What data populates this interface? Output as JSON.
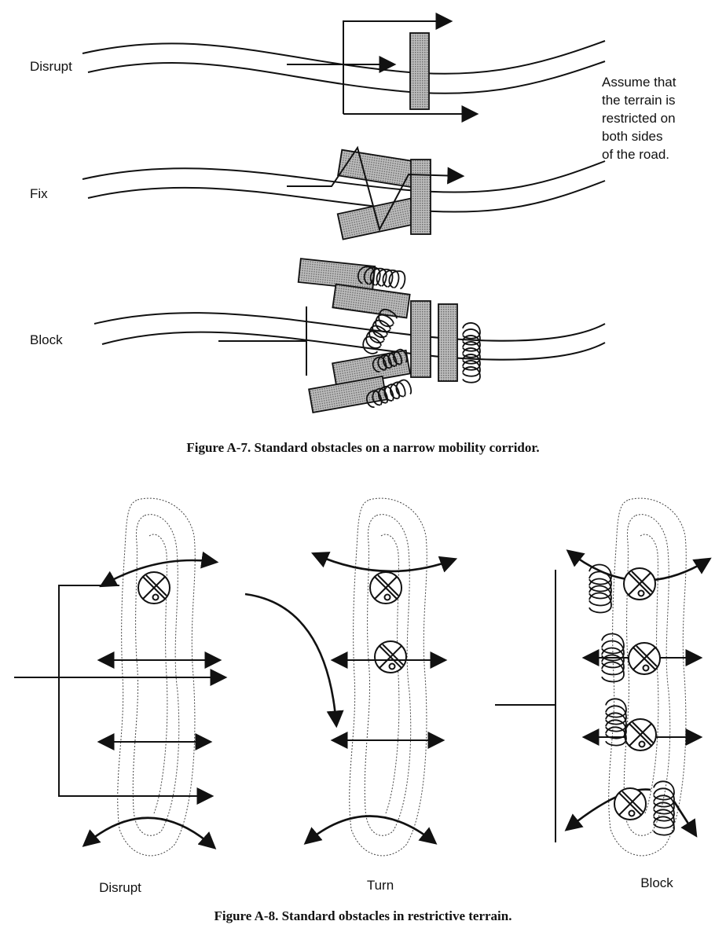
{
  "figure_a7": {
    "caption": "Figure A-7. Standard obstacles on a narrow mobility corridor.",
    "labels": {
      "disrupt": "Disrupt",
      "fix": "Fix",
      "block": "Block"
    },
    "note_lines": [
      "Assume that",
      "the terrain is",
      "restricted on",
      "both sides",
      "of the road."
    ]
  },
  "figure_a8": {
    "caption": "Figure A-8. Standard obstacles in restrictive terrain.",
    "labels": {
      "disrupt": "Disrupt",
      "turn": "Turn",
      "block": "Block"
    }
  }
}
